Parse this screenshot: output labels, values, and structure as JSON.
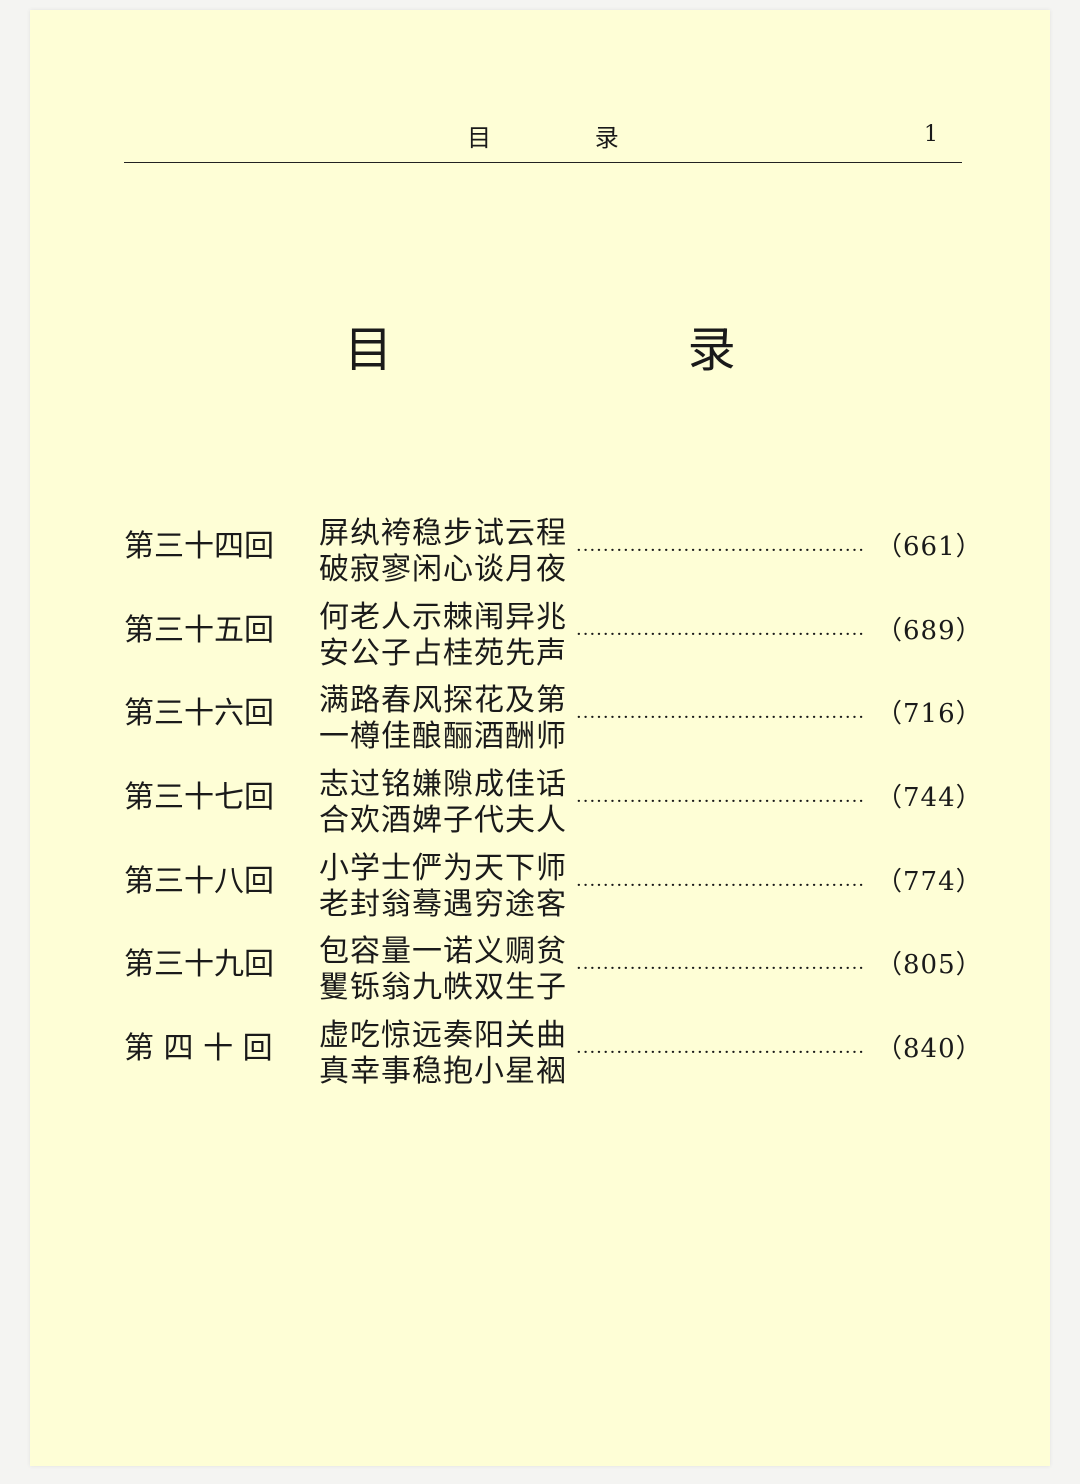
{
  "header": {
    "running_title": "目 录",
    "page_number": "1"
  },
  "title": "目 录",
  "toc": [
    {
      "chapter": "第三十四回",
      "line1": "屏纨袴稳步试云程",
      "line2": "破寂寥闲心谈月夜",
      "page": "（661）"
    },
    {
      "chapter": "第三十五回",
      "line1": "何老人示棘闱异兆",
      "line2": "安公子占桂苑先声",
      "page": "（689）"
    },
    {
      "chapter": "第三十六回",
      "line1": "满路春风探花及第",
      "line2": "一樽佳酿酾酒酬师",
      "page": "（716）"
    },
    {
      "chapter": "第三十七回",
      "line1": "志过铭嫌隙成佳话",
      "line2": "合欢酒婢子代夫人",
      "page": "（744）"
    },
    {
      "chapter": "第三十八回",
      "line1": "小学士俨为天下师",
      "line2": "老封翁蓦遇穷途客",
      "page": "（774）"
    },
    {
      "chapter": "第三十九回",
      "line1": "包容量一诺义赒贫",
      "line2": "矍铄翁九帙双生子",
      "page": "（805）"
    },
    {
      "chapter": "第 四 十 回",
      "line1": "虚吃惊远奏阳关曲",
      "line2": "真幸事稳抱小星裀",
      "page": "（840）"
    }
  ]
}
